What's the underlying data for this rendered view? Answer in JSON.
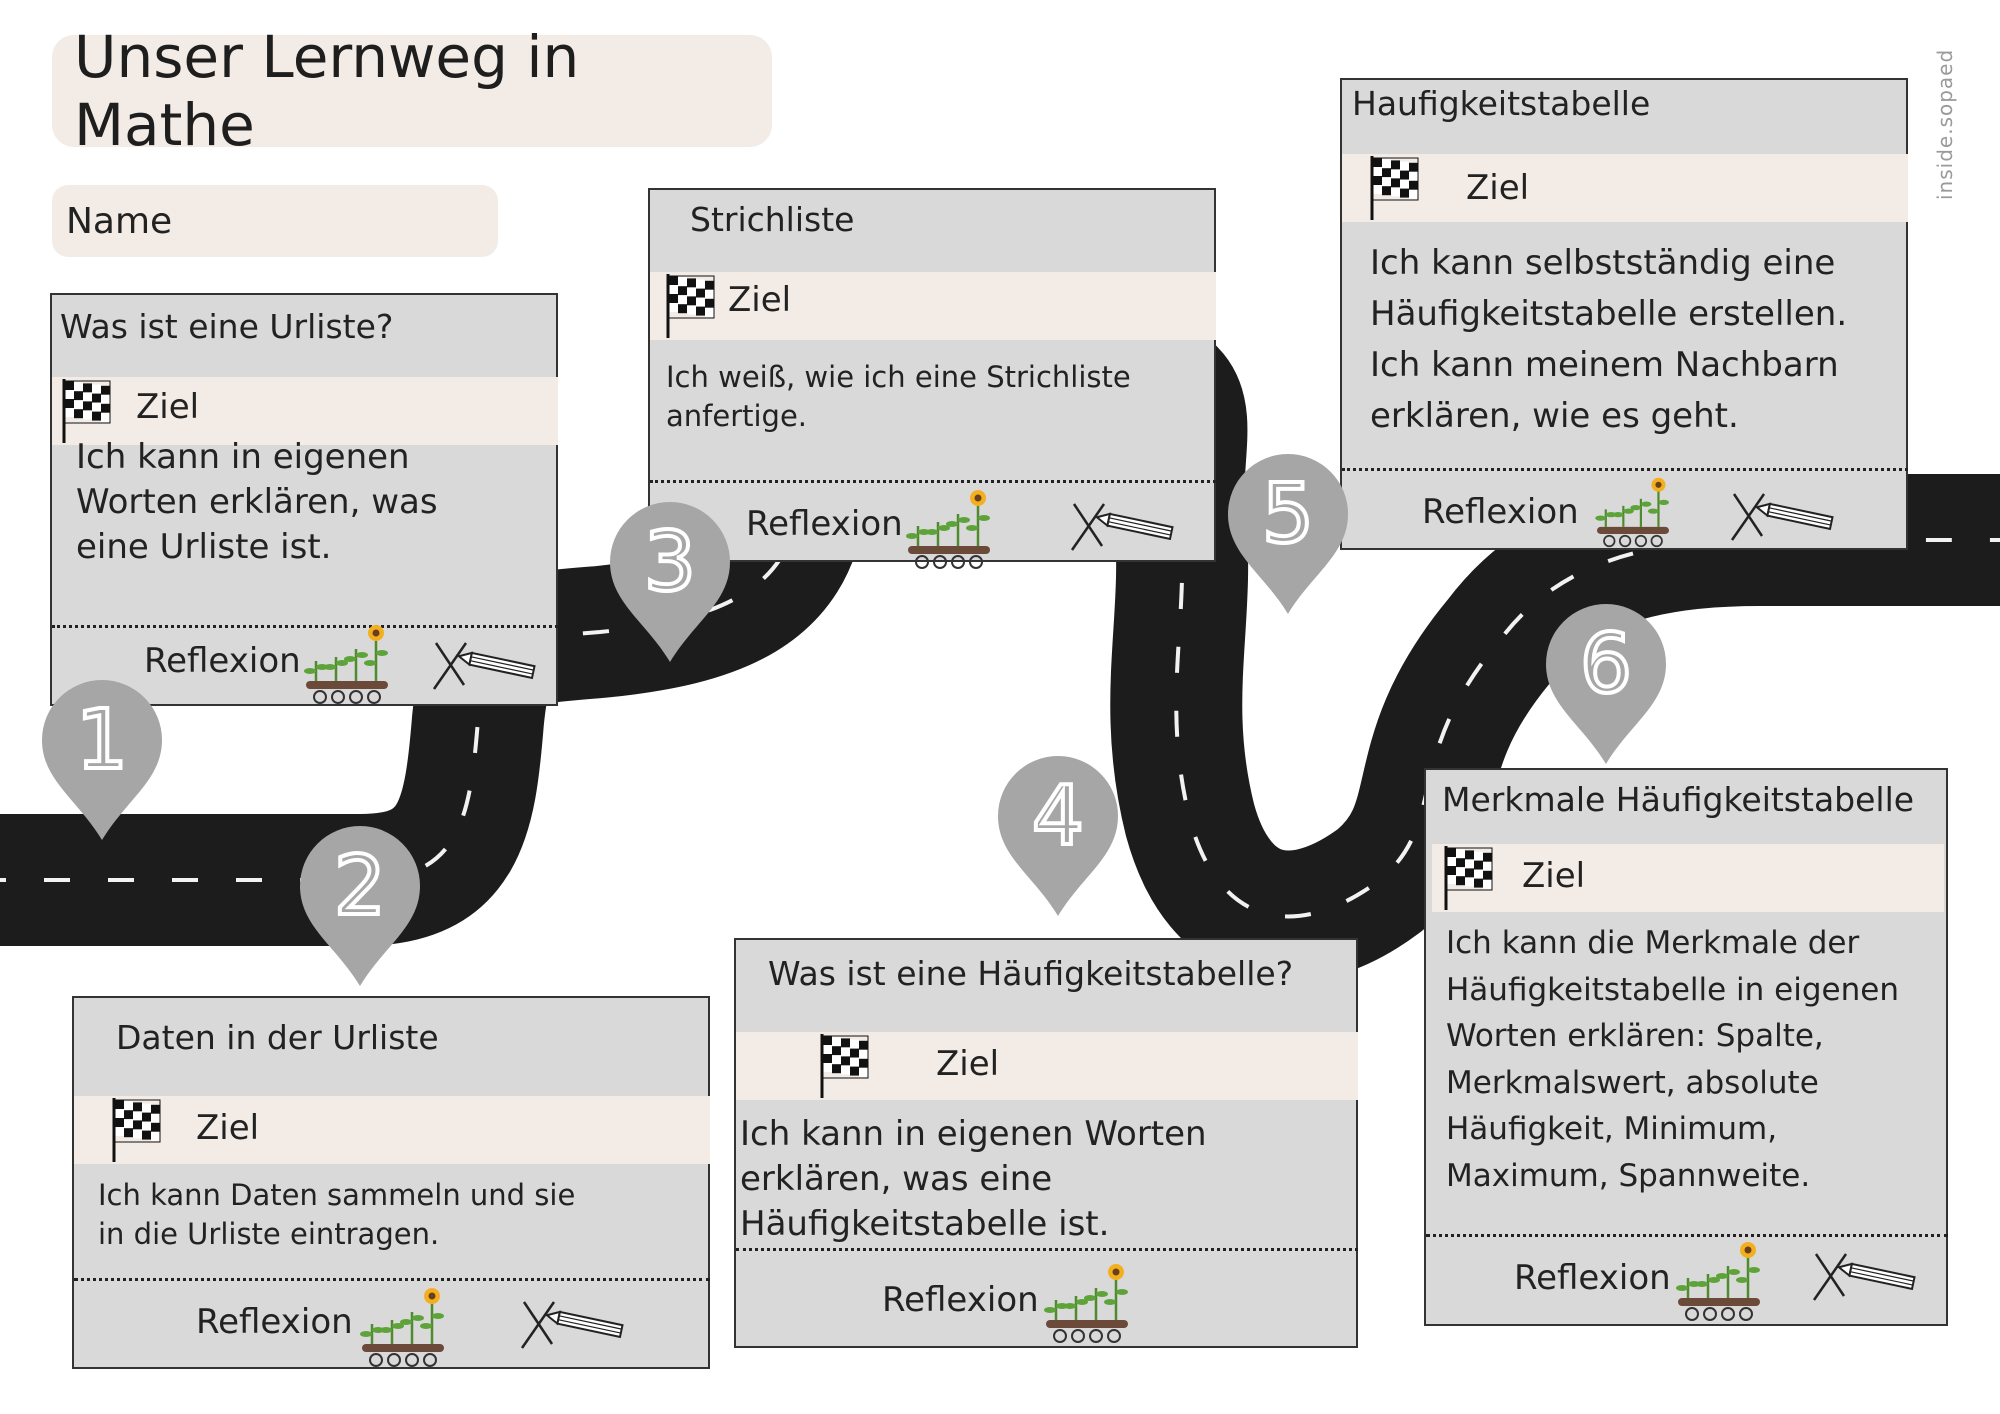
{
  "header": {
    "title": "Unser Lernweg in Mathe",
    "name_label": "Name"
  },
  "watermark": "inside.sopaed",
  "cards": [
    {
      "number": "1",
      "title": "Was ist eine Urliste?",
      "goal": "Ziel",
      "text": "Ich kann in eigenen Worten erklären, was eine Urliste ist.",
      "reflection": "Reflexion"
    },
    {
      "number": "2",
      "title": "Daten in der Urliste",
      "goal": "Ziel",
      "text": "Ich kann Daten sammeln und sie in die Urliste eintragen.",
      "reflection": "Reflexion"
    },
    {
      "number": "3",
      "title": "Strichliste",
      "goal": "Ziel",
      "text": "Ich weiß, wie ich eine Strichliste anfertige.",
      "reflection": "Reflexion"
    },
    {
      "number": "4",
      "title": "Was ist eine Häufigkeitstabelle?",
      "goal": "Ziel",
      "text": "Ich kann in eigenen Worten erklären, was eine Häufigkeitstabelle ist.",
      "reflection": "Reflexion"
    },
    {
      "number": "5",
      "title": "Haufigkeitstabelle",
      "goal": "Ziel",
      "text": "Ich kann selbstständig eine Häufigkeitstabelle erstellen. Ich kann meinem Nachbarn erklären, wie es geht.",
      "reflection": "Reflexion"
    },
    {
      "number": "6",
      "title": "Merkmale Häufigkeitstabelle",
      "goal": "Ziel",
      "text": "Ich kann die Merkmale der Häufigkeitstabelle in eigenen Worten erklären: Spalte, Merkmalswert, absolute Häufigkeit, Minimum, Maximum, Spannweite.",
      "reflection": "Reflexion"
    }
  ],
  "colors": {
    "road": "#1c1c1c",
    "card_bg": "#d9d9d9",
    "goal_bg": "#f3ece6",
    "pin": "#a6a6a6",
    "title_bg": "#f3ece6"
  },
  "icons": {
    "goal": "checkered-flag-icon",
    "reflection_plant": "sunflower-plant-icon",
    "reflection_pencil": "pencil-cross-icon",
    "marker": "map-pin-icon"
  }
}
